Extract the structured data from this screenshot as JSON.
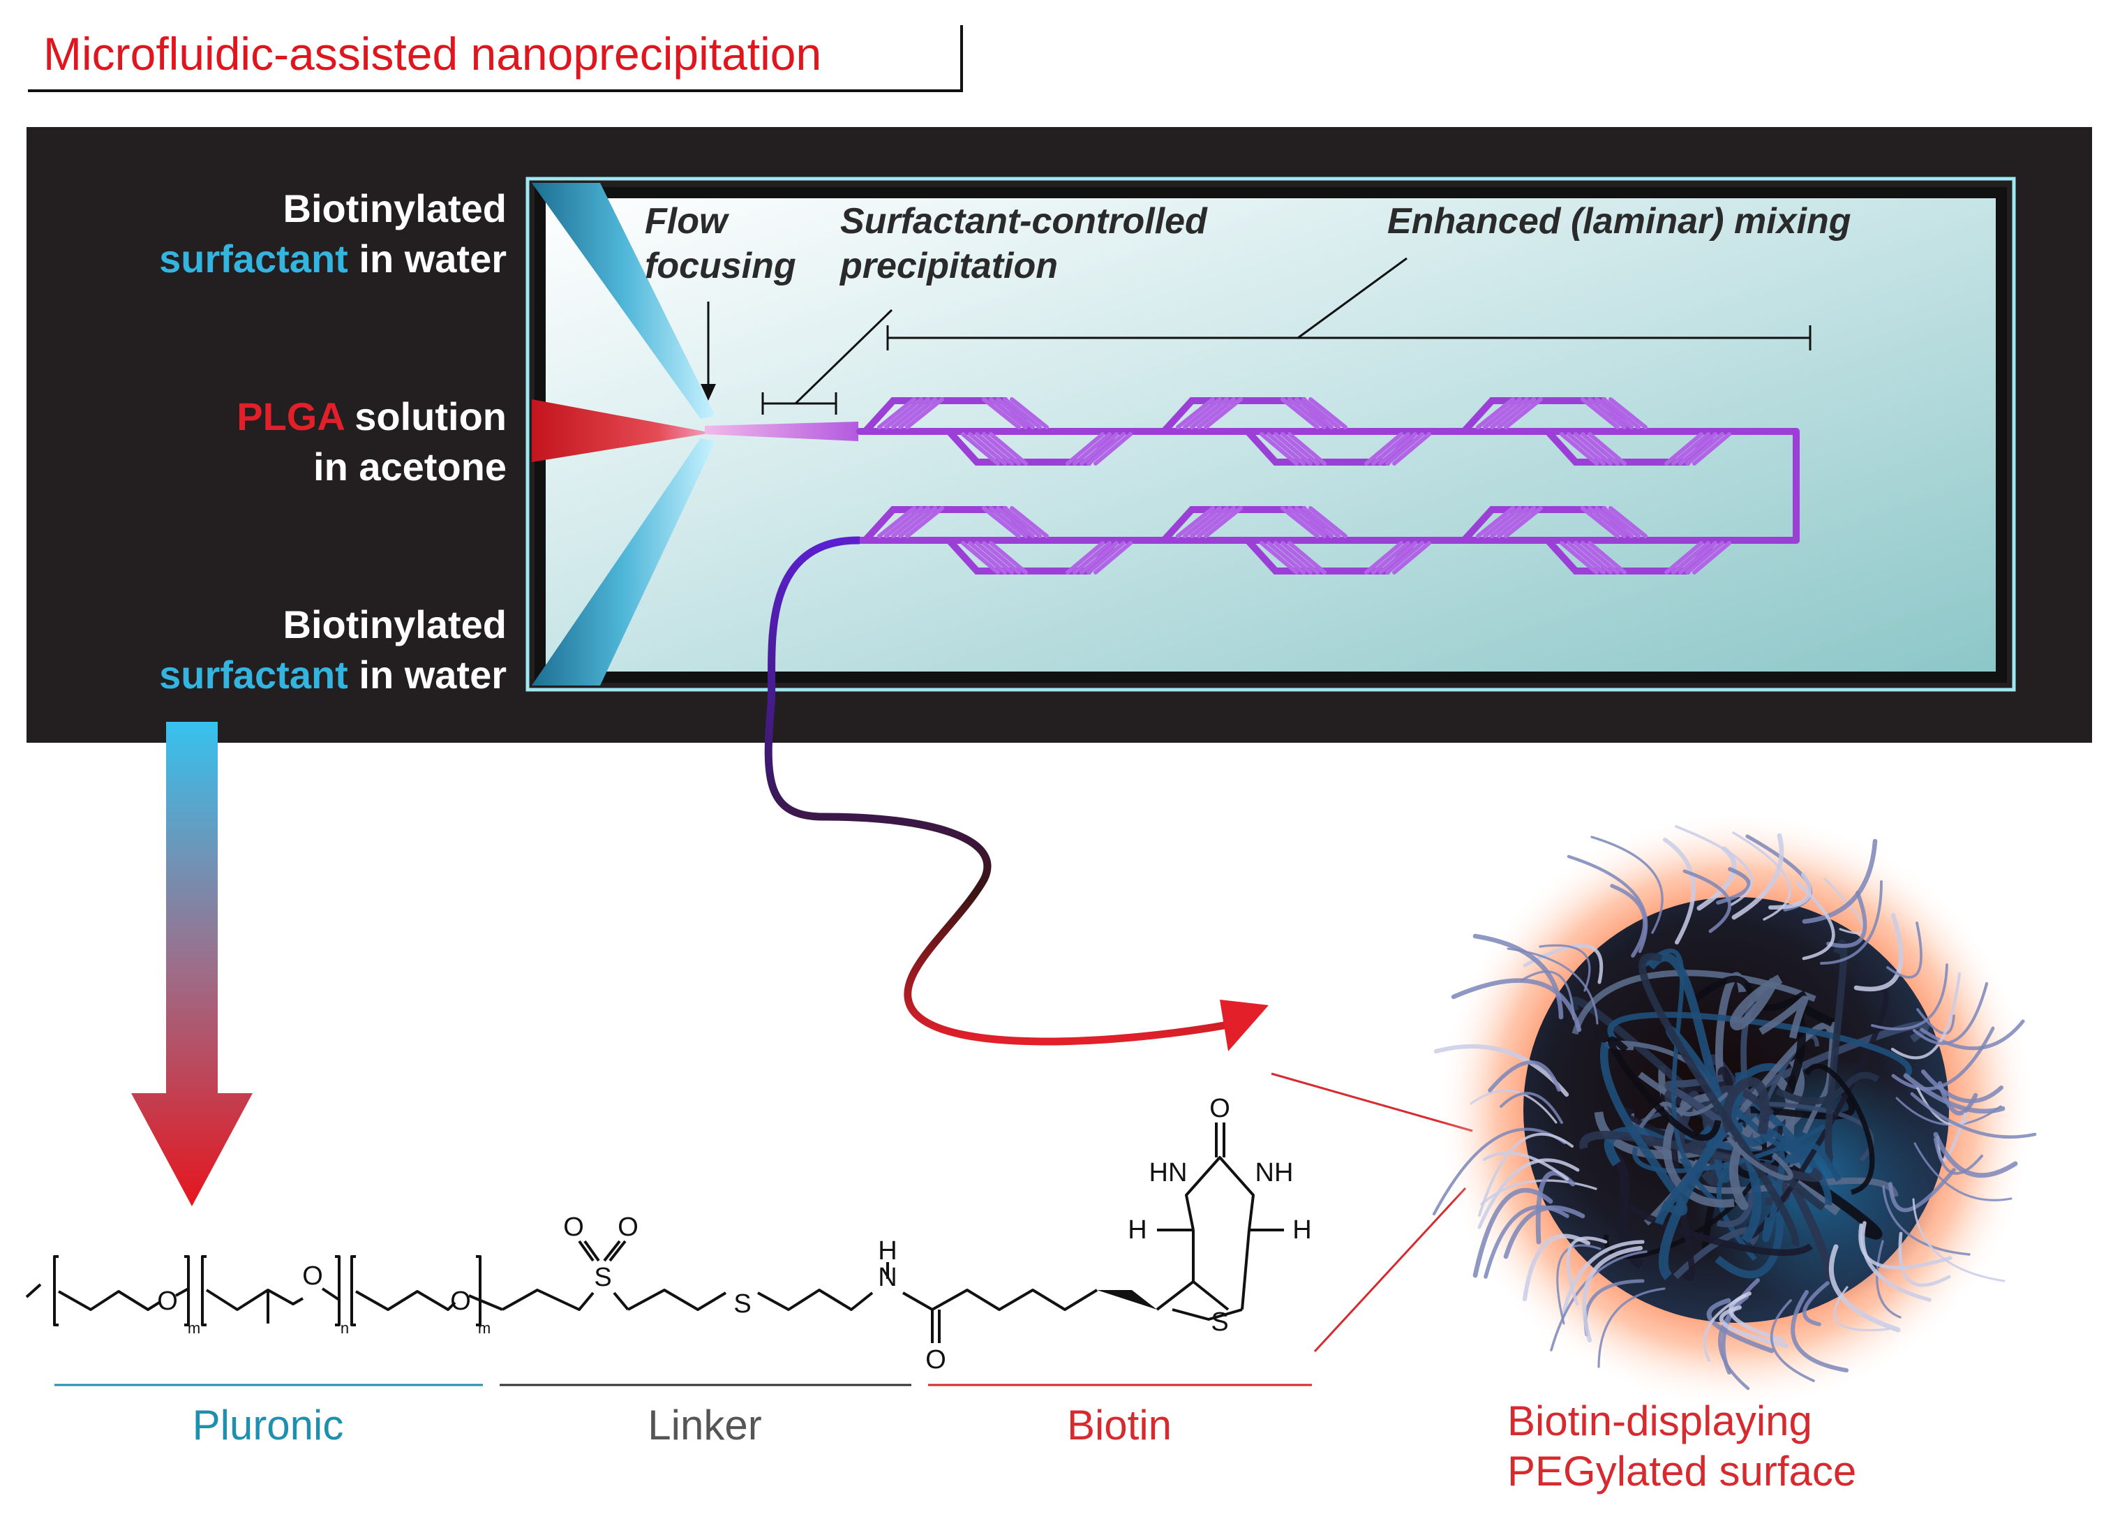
{
  "title": "Microfluidic-assisted nanoprecipitation",
  "inlets": {
    "top_line1": "Biotinylated",
    "top_line2_colored": "surfactant",
    "top_line2_rest": " in water",
    "mid_line1_colored": "PLGA",
    "mid_line1_rest": " solution",
    "mid_line2": "in acetone",
    "bottom_line1": "Biotinylated",
    "bottom_line2_colored": "surfactant",
    "bottom_line2_rest": " in water"
  },
  "annotations": {
    "flow_line1": "Flow",
    "flow_line2": "focusing",
    "precip_line1": "Surfactant-controlled",
    "precip_line2": "precipitation",
    "mixing": "Enhanced (laminar) mixing"
  },
  "chemistry": {
    "sub_m1": "m",
    "sub_n": "n",
    "sub_m2": "m",
    "atom_O1": "O",
    "atom_O2": "O",
    "atom_O3": "O",
    "atom_S_sulfone": "S",
    "atom_Os1": "O",
    "atom_Os2": "O",
    "atom_S_thio": "S",
    "atom_NH_H": "H",
    "atom_NH_N": "N",
    "atom_O_amide": "O",
    "atom_O_urea": "O",
    "atom_HN_left": "HN",
    "atom_NH_right": "NH",
    "atom_H_left": "H",
    "atom_H_right": "H",
    "atom_S_ring": "S"
  },
  "segments": {
    "pluronic": "Pluronic",
    "linker": "Linker",
    "biotin": "Biotin"
  },
  "particle_caption": {
    "line1": "Biotin-displaying",
    "line2": "PEGylated surface"
  },
  "colors": {
    "title_red": "#e0161e",
    "panel_dark": "#231f20",
    "cyan_text": "#33b5e0",
    "plga_red": "#e3202a",
    "channel_purple": "#9b3fd6",
    "pluronic_blue": "#1f8fb0",
    "linker_gray": "#555555",
    "biotin_red": "#d62a2f"
  }
}
